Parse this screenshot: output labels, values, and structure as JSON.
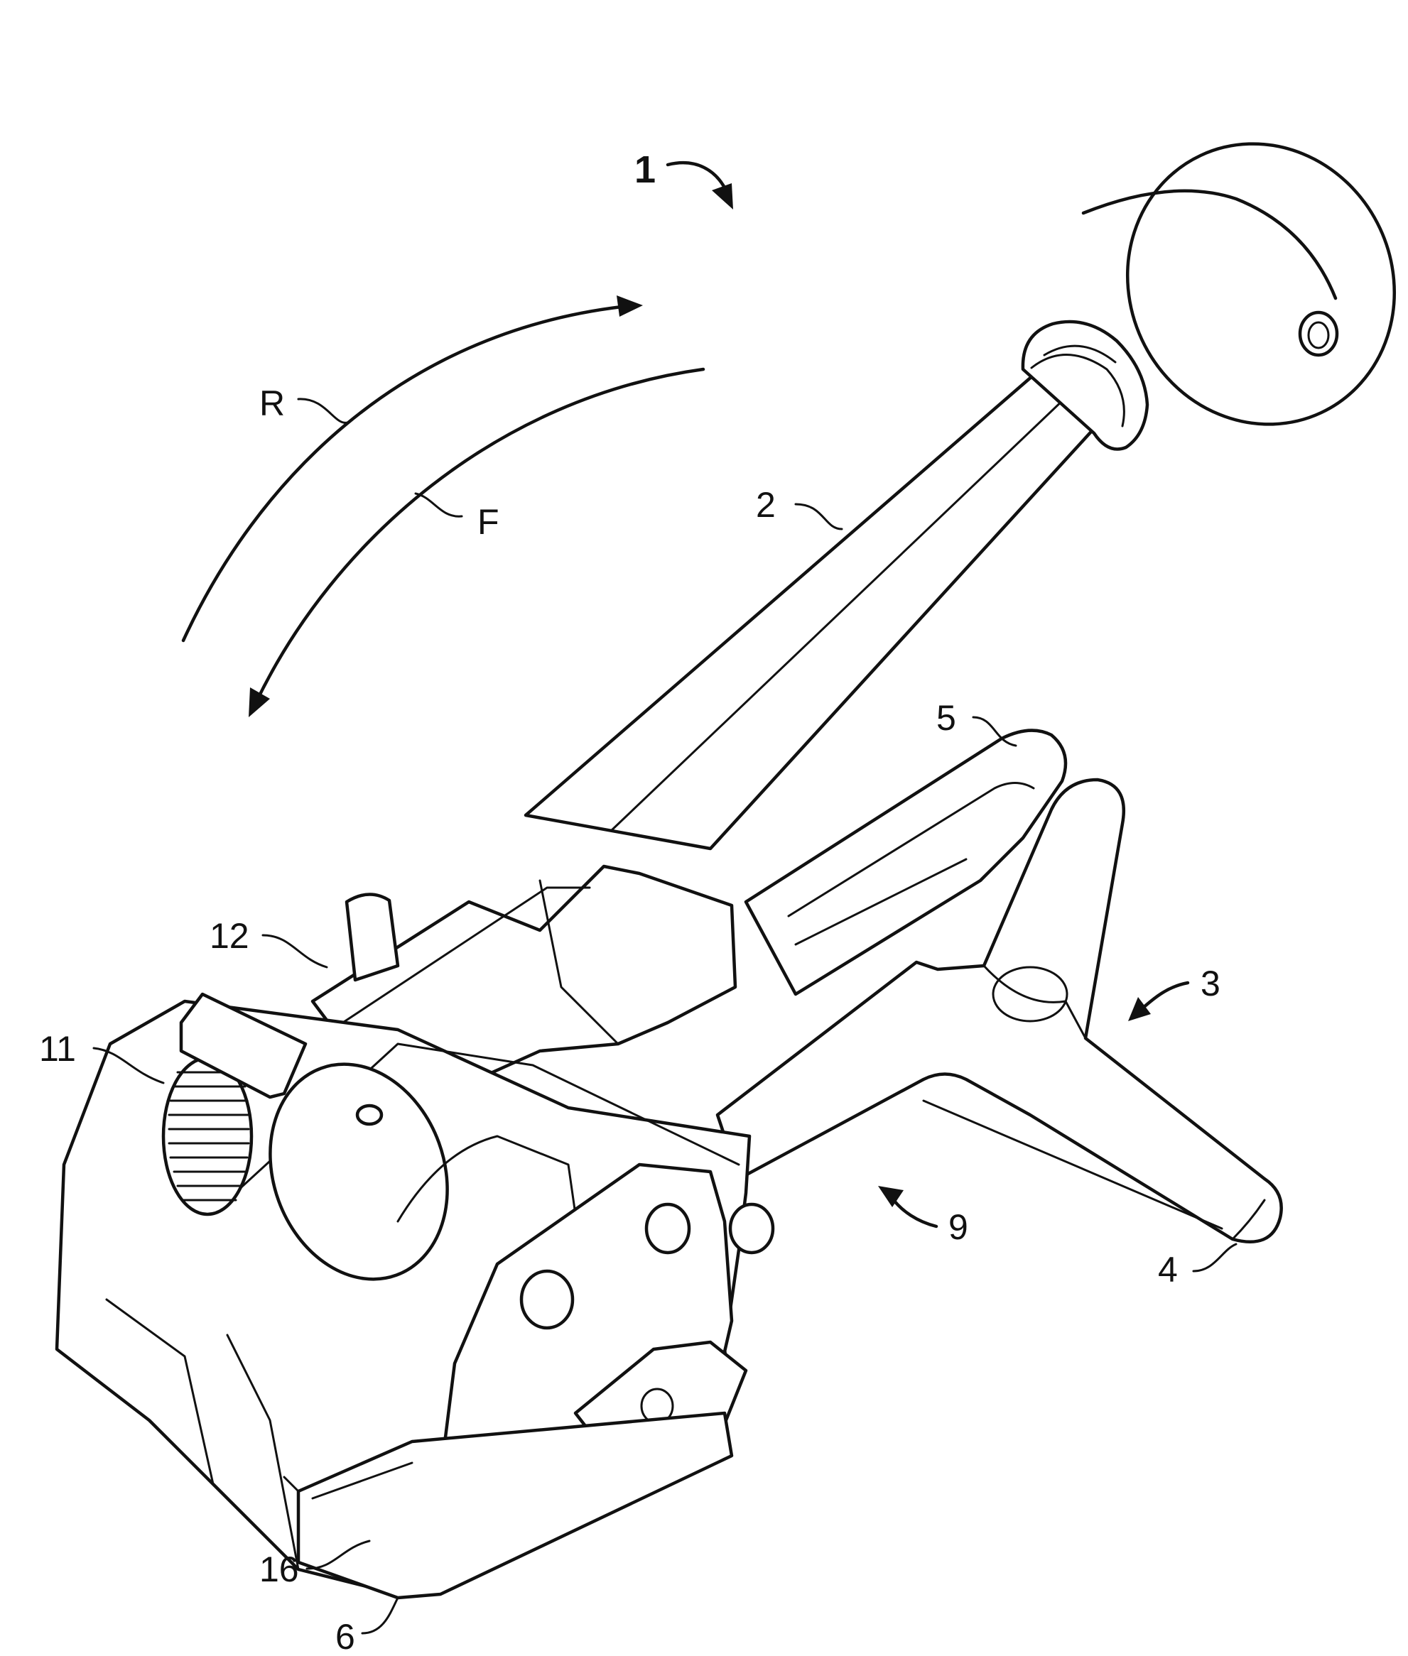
{
  "figure": {
    "labels": {
      "tool": "1",
      "lever": "2",
      "base_handle": "3",
      "handle_tip": "4",
      "upper_arm": "5",
      "foot_plate": "6",
      "arm_assembly": "9",
      "gear": "11",
      "pawl": "12",
      "base_face": "16",
      "reverse": "R",
      "forward": "F"
    }
  }
}
